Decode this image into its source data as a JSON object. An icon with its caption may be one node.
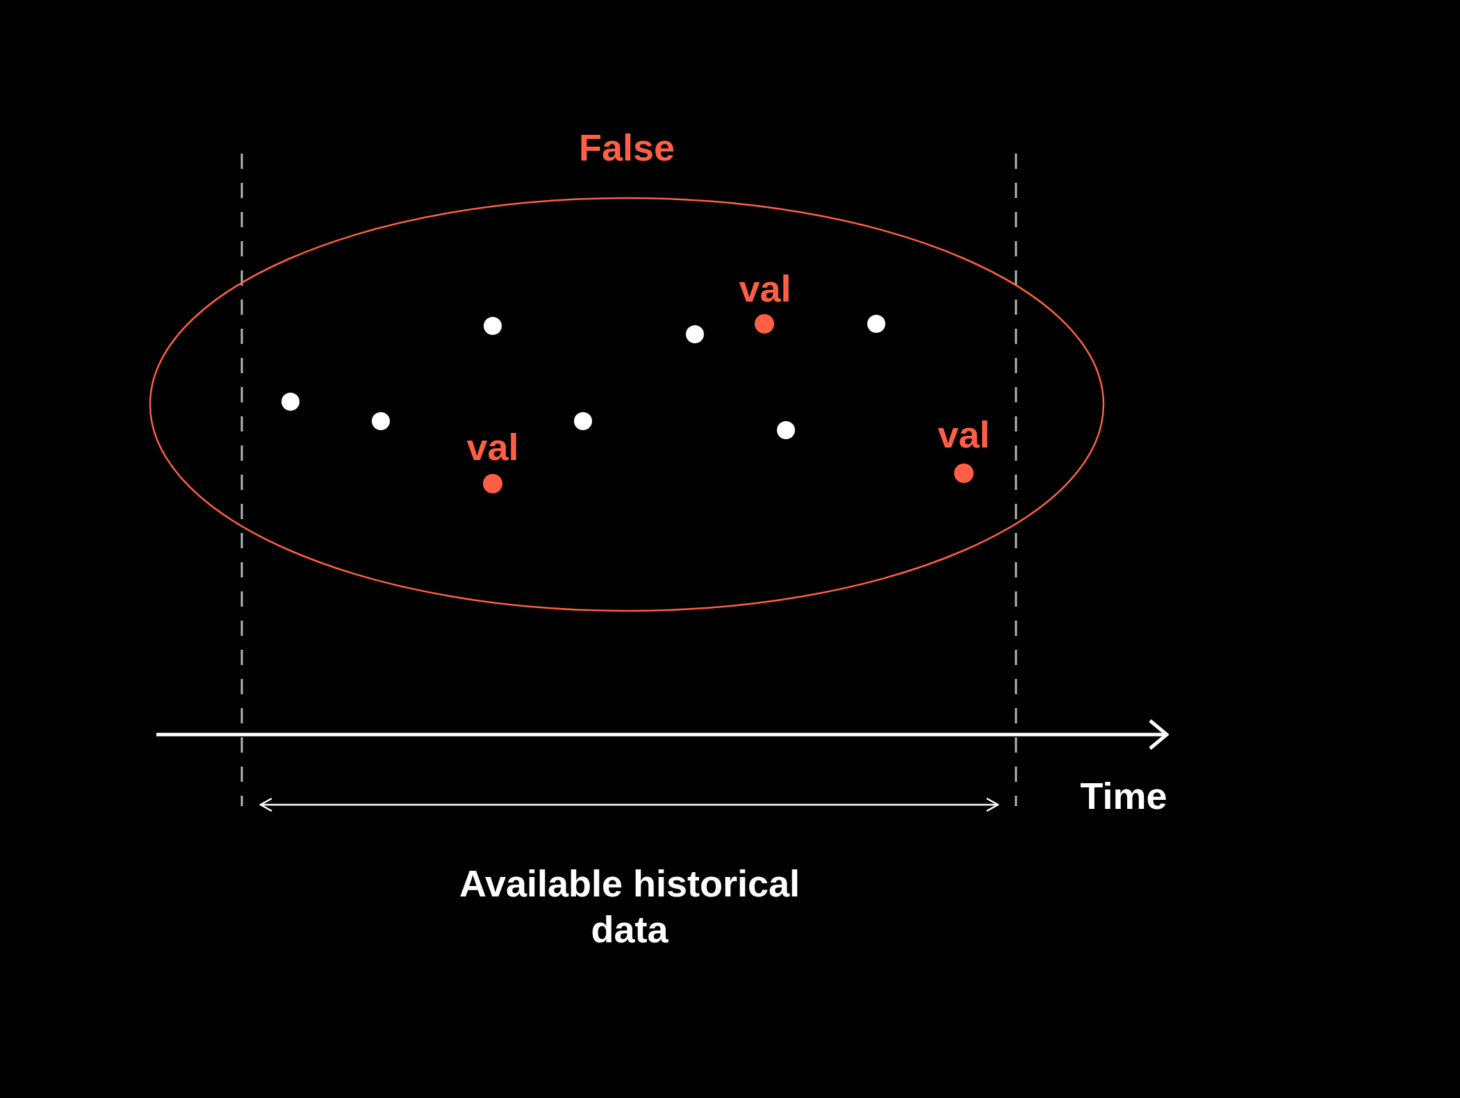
{
  "diagram": {
    "nodes": [
      {
        "text": [
          "False"
        ]
      }
    ],
    "labels": [
      "val",
      "val",
      "val",
      "Time",
      "Available historical data"
    ]
  }
}
